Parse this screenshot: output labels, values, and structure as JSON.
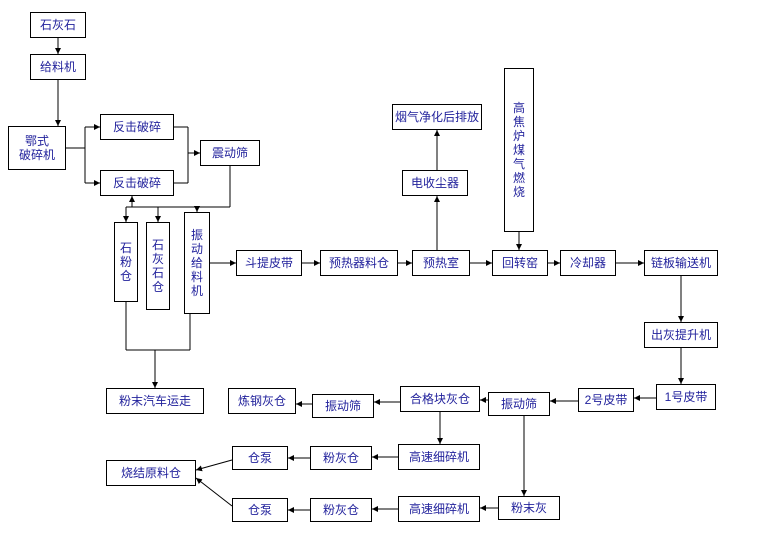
{
  "colors": {
    "background": "#ffffff",
    "box_border": "#000000",
    "box_text": "#22229c",
    "arrow": "#000000"
  },
  "nodes": {
    "limestone": {
      "label": "石灰石"
    },
    "feeder": {
      "label": "给料机"
    },
    "jaw_crusher": {
      "label": "鄂式\n破碎机"
    },
    "impact_crusher_1": {
      "label": "反击破碎"
    },
    "impact_crusher_2": {
      "label": "反击破碎"
    },
    "vibrating_screen_top": {
      "label": "震动筛"
    },
    "stone_powder_silo": {
      "label": "石粉仓"
    },
    "limestone_silo": {
      "label": "石灰石仓"
    },
    "vibrating_feeder": {
      "label": "振动给料机"
    },
    "bucket_belt": {
      "label": "斗提皮带"
    },
    "preheater_silo": {
      "label": "预热器料仓"
    },
    "preheat_chamber": {
      "label": "预热室"
    },
    "rotary_kiln": {
      "label": "回转窑"
    },
    "cooler": {
      "label": "冷却器"
    },
    "chain_conveyor": {
      "label": "链板输送机"
    },
    "flue_gas_outlet": {
      "label": "烟气净化后排放"
    },
    "dust_collector": {
      "label": "电收尘器"
    },
    "gas_combustion": {
      "label": "高焦炉煤气燃烧"
    },
    "ash_elevator": {
      "label": "出灰提升机"
    },
    "belt_1": {
      "label": "1号皮带"
    },
    "belt_2": {
      "label": "2号皮带"
    },
    "vibrating_screen_right": {
      "label": "振动筛"
    },
    "qualified_lump_silo": {
      "label": "合格块灰仓"
    },
    "vibrating_screen_left": {
      "label": "振动筛"
    },
    "steel_ash_silo": {
      "label": "炼钢灰仓"
    },
    "powder_truck": {
      "label": "粉末汽车运走"
    },
    "crusher_upper": {
      "label": "高速细碎机"
    },
    "powder_silo_upper": {
      "label": "粉灰仓"
    },
    "pump_upper": {
      "label": "仓泵"
    },
    "sinter_silo": {
      "label": "烧结原料仓"
    },
    "powder_ash": {
      "label": "粉末灰"
    },
    "crusher_lower": {
      "label": "高速细碎机"
    },
    "powder_silo_lower": {
      "label": "粉灰仓"
    },
    "pump_lower": {
      "label": "仓泵"
    }
  }
}
